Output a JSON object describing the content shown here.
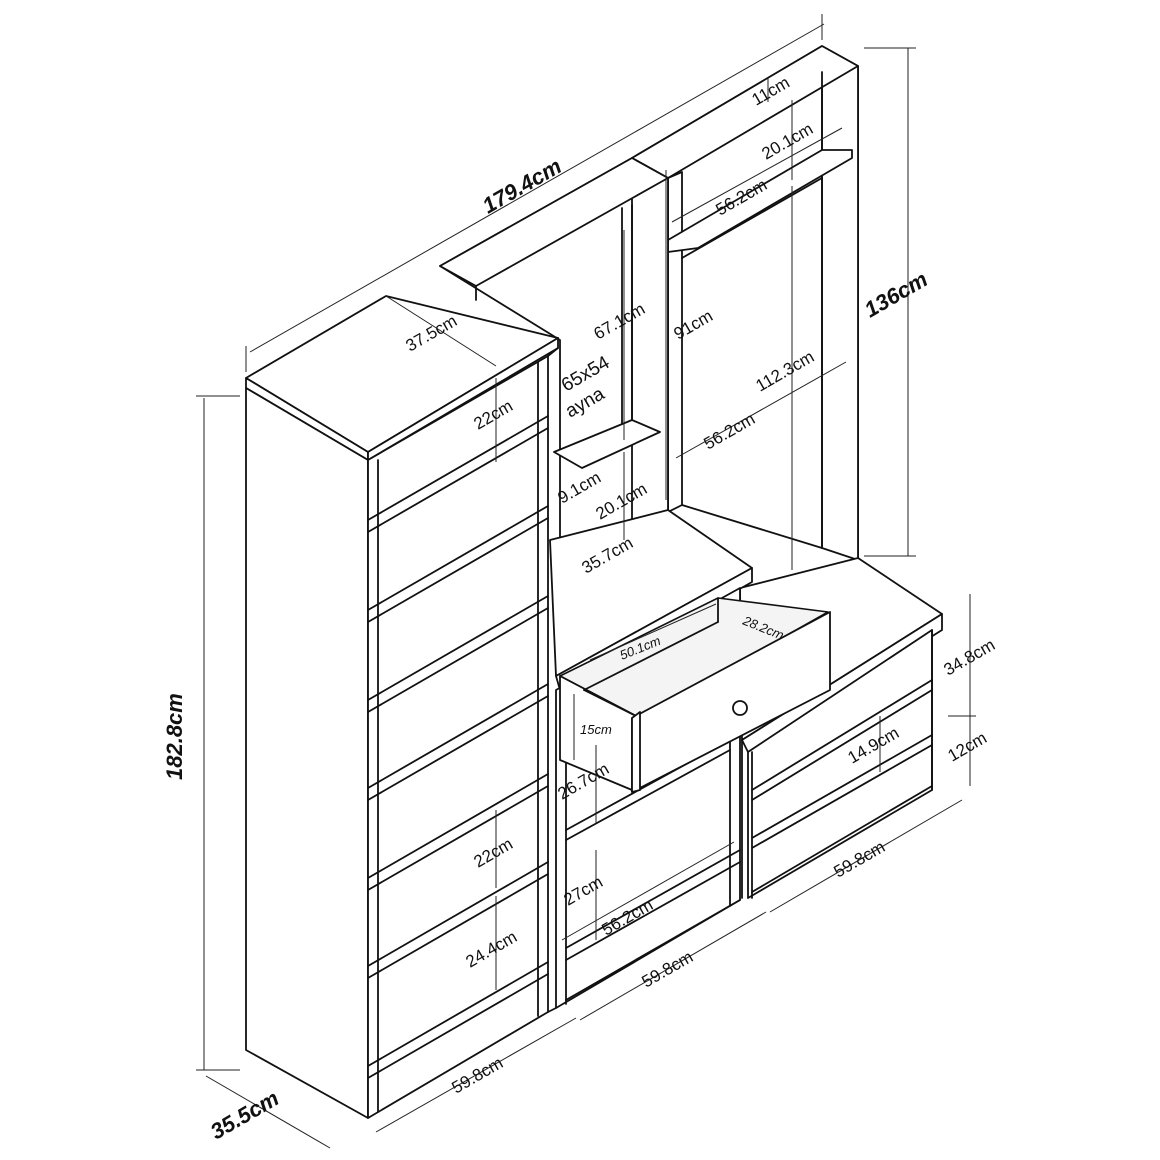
{
  "dimensions": {
    "total_width": "179.4cm",
    "total_height": "182.8cm",
    "depth": "35.5cm",
    "hanger_height": "136cm",
    "top_gap": "11cm",
    "hanger_top_shelf_gap": "20.1cm",
    "hanger_top_shelf_width": "56.2cm",
    "hanger_inner_height": "112.3cm",
    "hanger_inner_width": "56.2cm",
    "hanger_side_height": "91cm",
    "bookcase_depth": "37.5cm",
    "bookcase_top_shelf": "22cm",
    "mirror_height": "67.1cm",
    "mirror_size": "65x54",
    "mirror_word": "ayna",
    "small_gap": "9.1cm",
    "middle_shelf_gap": "20.1cm",
    "middle_shelf_depth": "35.7cm",
    "drawer_width": "50.1cm",
    "drawer_depth": "28.2cm",
    "drawer_height": "15cm",
    "middle_compartment_height": "26.7cm",
    "middle_bottom_height": "27cm",
    "middle_bottom_width": "56.2cm",
    "bookcase_shelf_a": "22cm",
    "bookcase_shelf_b": "24.4cm",
    "bench_height": "34.8cm",
    "bench_top_gap": "14.9cm",
    "bench_base": "12cm",
    "module_width_left": "59.8cm",
    "module_width_middle": "59.8cm",
    "module_width_right": "59.8cm"
  }
}
